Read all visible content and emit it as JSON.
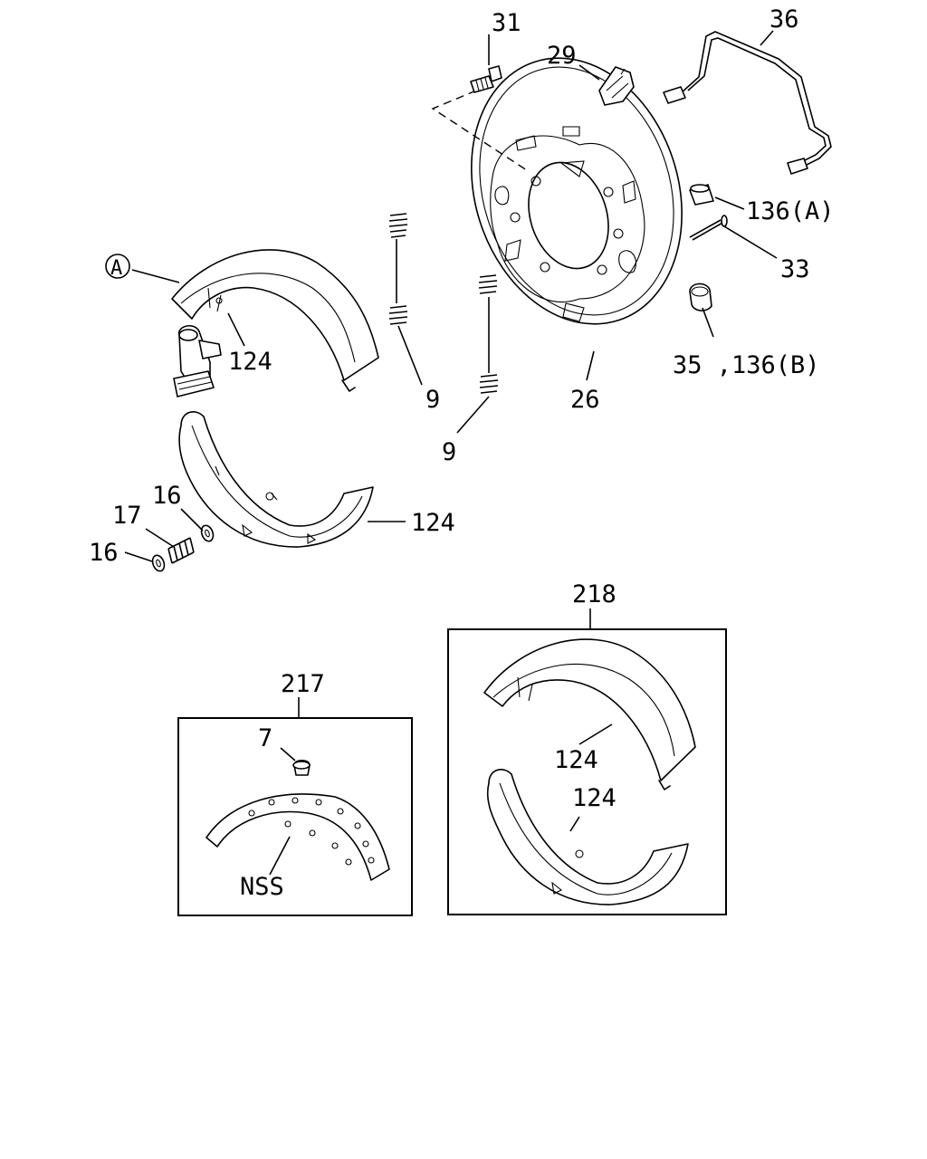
{
  "labels": {
    "p31": "31",
    "p29": "29",
    "p36": "36",
    "p136a": "136(A)",
    "p33": "33",
    "p35_136b": "35 ,136(B)",
    "p26": "26",
    "p9_upper": "9",
    "p9_lower": "9",
    "p124_upper": "124",
    "p124_lower": "124",
    "callout_a": "A",
    "p16_upper": "16",
    "p17": "17",
    "p16_lower": "16",
    "p218": "218",
    "p217": "217",
    "p7": "7",
    "nss": "NSS",
    "p124_kit_upper": "124",
    "p124_kit_lower": "124"
  }
}
